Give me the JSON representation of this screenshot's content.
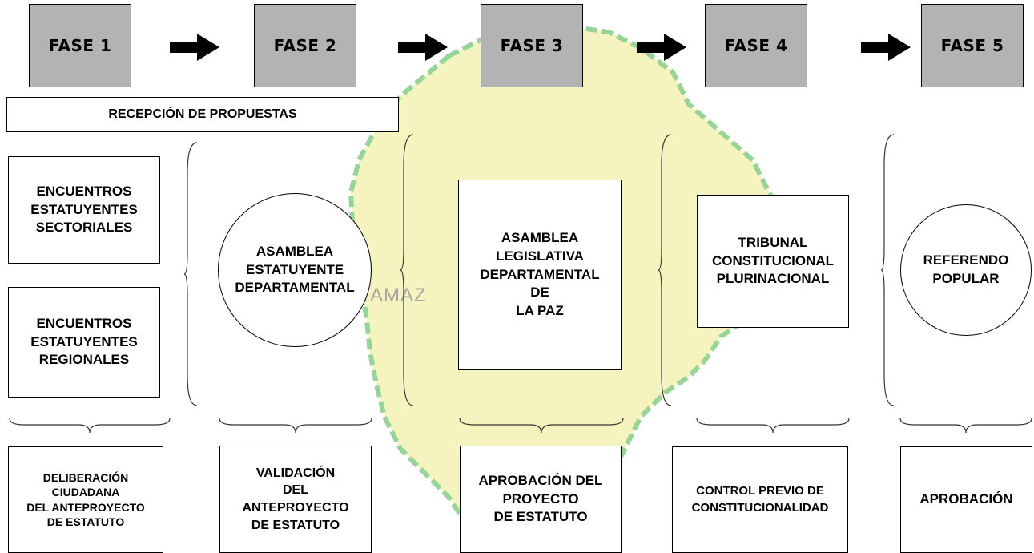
{
  "colors": {
    "phase_fill": "#b3b3b3",
    "map_fill": "#f6f3b8",
    "map_border": "#8cd08c"
  },
  "phases": [
    "FASE 1",
    "FASE 2",
    "FASE 3",
    "FASE 4",
    "FASE 5"
  ],
  "reception": "RECEPCIÓN DE PROPUESTAS",
  "watermark": "AMAZ",
  "actors": {
    "fase1_top": "ENCUENTROS\nESTATUYENTES\nSECTORIALES",
    "fase1_bottom": "ENCUENTROS\nESTATUYENTES\nREGIONALES",
    "fase2": "ASAMBLEA\nESTATUYENTE\nDEPARTAMENTAL",
    "fase3": "ASAMBLEA\nLEGISLATIVA\nDEPARTAMENTAL\nDE\nLA PAZ",
    "fase4": "TRIBUNAL\nCONSTITUCIONAL\nPLURINACIONAL",
    "fase5": "REFERENDO\nPOPULAR"
  },
  "results": {
    "fase1": "DELIBERACIÓN\nCIUDADANA\nDEL ANTEPROYECTO\nDE ESTATUTO",
    "fase2": "VALIDACIÓN\nDEL\nANTEPROYECTO\nDE ESTATUTO",
    "fase3": "APROBACIÓN DEL\nPROYECTO\nDE ESTATUTO",
    "fase4": "CONTROL PREVIO DE\nCONSTITUCIONALIDAD",
    "fase5": "APROBACIÓN"
  },
  "icons": {
    "arrow": "right-arrow-icon",
    "brace": "curly-brace-icon"
  }
}
